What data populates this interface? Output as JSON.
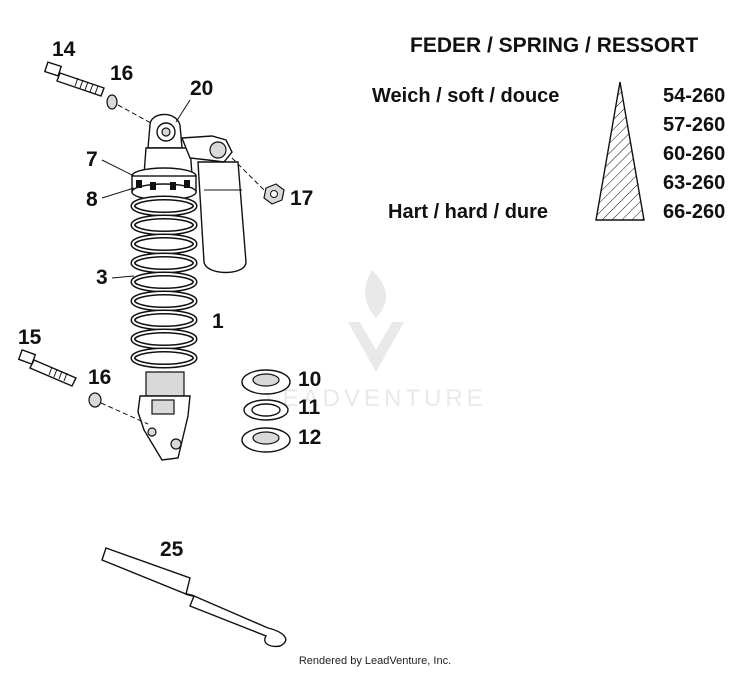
{
  "legend": {
    "title": "FEDER / SPRING / RESSORT",
    "soft_label": "Weich / soft / douce",
    "hard_label": "Hart / hard / dure",
    "rates": [
      "54-260",
      "57-260",
      "60-260",
      "63-260",
      "66-260"
    ]
  },
  "callouts": {
    "c14": "14",
    "c16a": "16",
    "c20": "20",
    "c7": "7",
    "c8": "8",
    "c17": "17",
    "c3": "3",
    "c1": "1",
    "c15": "15",
    "c16b": "16",
    "c10": "10",
    "c11": "11",
    "c12": "12",
    "c25": "25"
  },
  "watermark": "LEADVENTURE",
  "footer": "Rendered by LeadVenture, Inc."
}
